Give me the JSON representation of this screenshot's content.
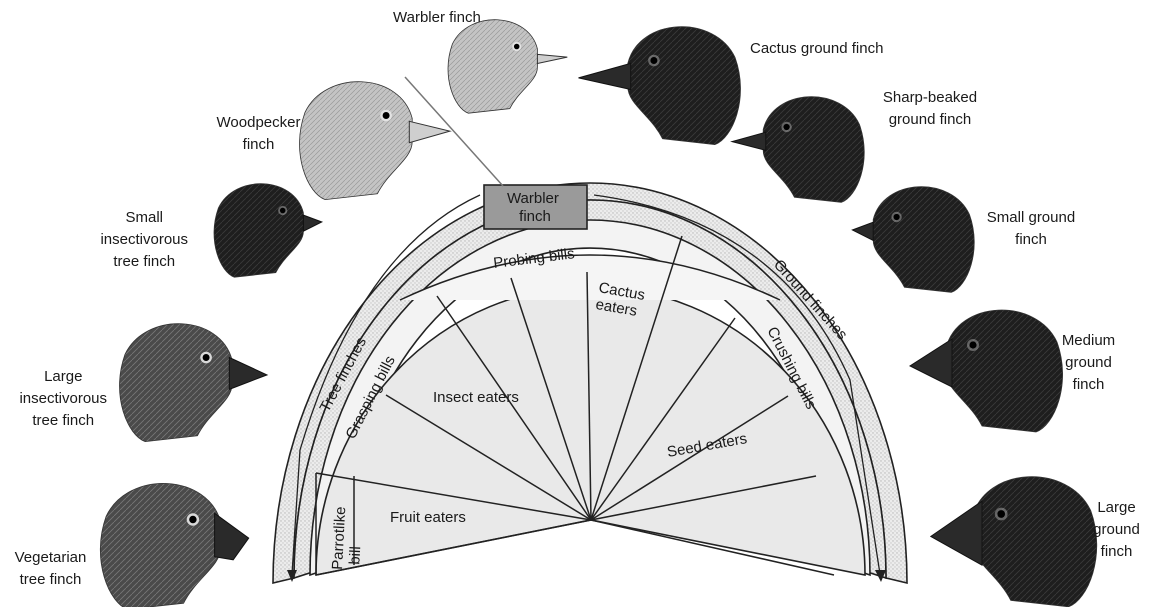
{
  "center_label": "Warbler\nfinch",
  "rings": {
    "outer_left": "Tree finches",
    "outer_right": "Ground finches"
  },
  "bill_types": [
    {
      "key": "grasping",
      "text": "Grasping bills"
    },
    {
      "key": "probing",
      "text": "Probing bills"
    },
    {
      "key": "crushing",
      "text": "Crushing bills"
    },
    {
      "key": "parrotlike",
      "text": "Parrotlike\nbill"
    }
  ],
  "diet_groups": [
    {
      "key": "insect",
      "text": "Insect eaters"
    },
    {
      "key": "cactus",
      "text": "Cactus\neaters"
    },
    {
      "key": "seed",
      "text": "Seed eaters"
    },
    {
      "key": "fruit",
      "text": "Fruit eaters"
    }
  ],
  "finches": [
    {
      "key": "warbler",
      "name": "Warbler finch",
      "shade": "light",
      "beak": "thin"
    },
    {
      "key": "woodpecker",
      "name": "Woodpecker\nfinch",
      "shade": "light",
      "beak": "probe"
    },
    {
      "key": "small_insectivorous",
      "name": "Small\ninsectivorous\ntree finch",
      "shade": "dark",
      "beak": "short"
    },
    {
      "key": "large_insectivorous",
      "name": "Large\ninsectivorous\ntree finch",
      "shade": "mid",
      "beak": "medium"
    },
    {
      "key": "vegetarian",
      "name": "Vegetarian\ntree finch",
      "shade": "mid",
      "beak": "parrot"
    },
    {
      "key": "cactus_ground",
      "name": "Cactus ground finch",
      "shade": "dark",
      "beak": "long"
    },
    {
      "key": "sharp_beaked",
      "name": "Sharp-beaked\nground finch",
      "shade": "dark",
      "beak": "pointed"
    },
    {
      "key": "small_ground",
      "name": "Small ground\nfinch",
      "shade": "dark",
      "beak": "short"
    },
    {
      "key": "medium_ground",
      "name": "Medium\nground\nfinch",
      "shade": "dark",
      "beak": "deep"
    },
    {
      "key": "large_ground",
      "name": "Large\nground\nfinch",
      "shade": "dark",
      "beak": "massive"
    }
  ]
}
